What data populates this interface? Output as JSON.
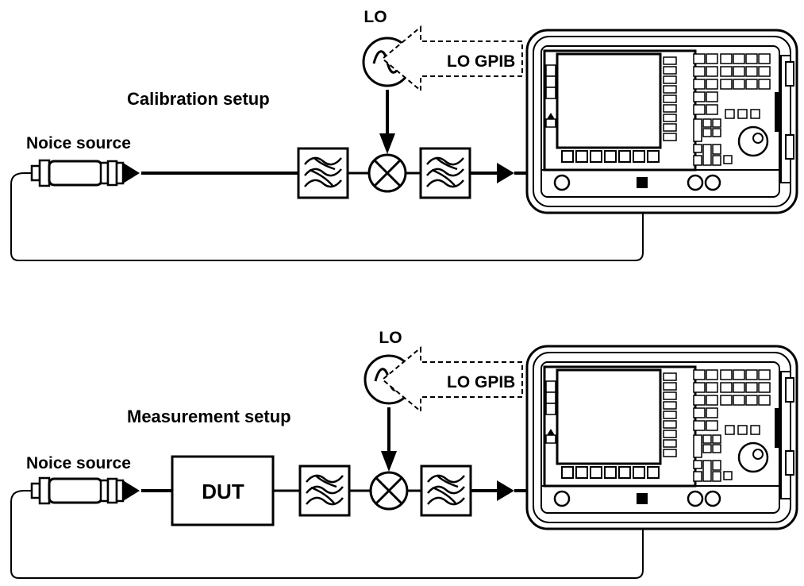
{
  "calibration": {
    "title": "Calibration setup",
    "lo_label": "LO",
    "gpib_label": "LO GPIB",
    "source_label": "Noice source"
  },
  "measurement": {
    "title": "Measurement setup",
    "lo_label": "LO",
    "gpib_label": "LO GPIB",
    "source_label": "Noice source",
    "dut_label": "DUT"
  },
  "colors": {
    "ink": "#000000",
    "background": "#ffffff"
  },
  "icons": [
    "noise-source-icon",
    "bandpass-filter-icon",
    "mixer-icon",
    "oscillator-icon",
    "gpib-arrow-icon",
    "noise-figure-analyzer-icon"
  ]
}
